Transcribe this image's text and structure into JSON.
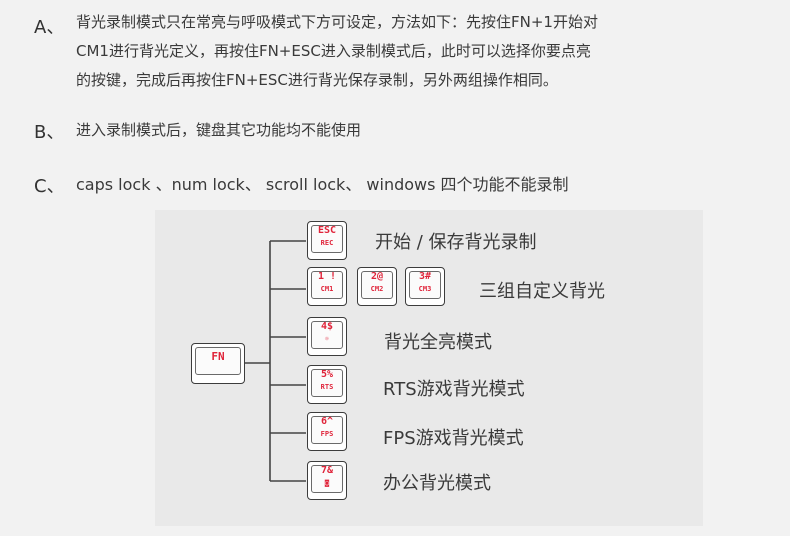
{
  "paragraphs": {
    "a": {
      "marker": "A、",
      "lines": [
        "背光录制模式只在常亮与呼吸模式下方可设定，方法如下：先按住FN+1开始对",
        "CM1进行背光定义，再按住FN+ESC进入录制模式后，此时可以选择你要点亮",
        "的按键，完成后再按住FN+ESC进行背光保存录制，另外两组操作相同。"
      ]
    },
    "b": {
      "marker": "B、",
      "text": "进入录制模式后，键盘其它功能均不能使用"
    },
    "c": {
      "marker": "C、",
      "text": "caps lock  、num  lock、  scroll  lock、  windows  四个功能不能录制"
    }
  },
  "diagram": {
    "fn_key": "FN",
    "rows": [
      {
        "keys": [
          {
            "top": "ESC",
            "bottom": "REC"
          }
        ],
        "label": "开始  /  保存背光录制"
      },
      {
        "keys": [
          {
            "top": "1 !",
            "bottom": "CM1"
          },
          {
            "top": "2@",
            "bottom": "CM2"
          },
          {
            "top": "3#",
            "bottom": "CM3"
          }
        ],
        "label": "三组自定义背光"
      },
      {
        "keys": [
          {
            "top": "4$",
            "bottom": "☼"
          }
        ],
        "label": "背光全亮模式"
      },
      {
        "keys": [
          {
            "top": "5%",
            "bottom": "RTS"
          }
        ],
        "label": "RTS游戏背光模式"
      },
      {
        "keys": [
          {
            "top": "6^",
            "bottom": "FPS"
          }
        ],
        "label": "FPS游戏背光模式"
      },
      {
        "keys": [
          {
            "top": "7&",
            "bottom": "◙"
          }
        ],
        "label": "办公背光模式"
      }
    ]
  }
}
